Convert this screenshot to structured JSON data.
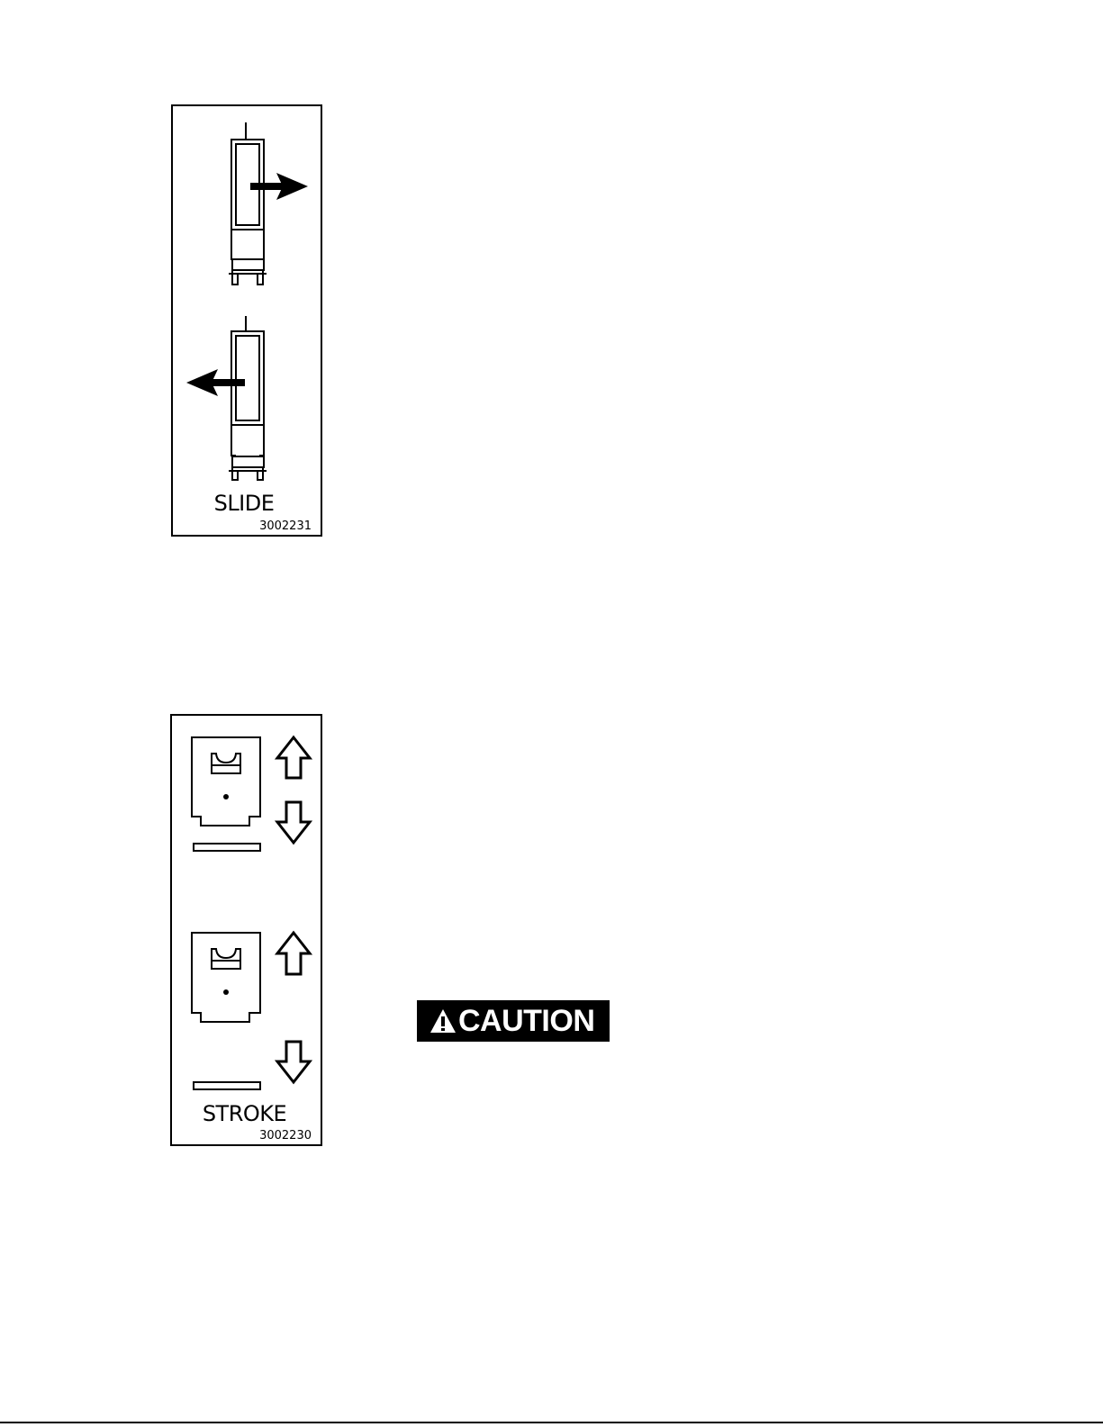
{
  "slide_decal": {
    "title": "SLIDE",
    "part_number": "3002231"
  },
  "stroke_decal": {
    "title": "STROKE",
    "part_number": "3002230"
  },
  "caution": {
    "text": "CAUTION",
    "icon": "warning-triangle-icon"
  }
}
